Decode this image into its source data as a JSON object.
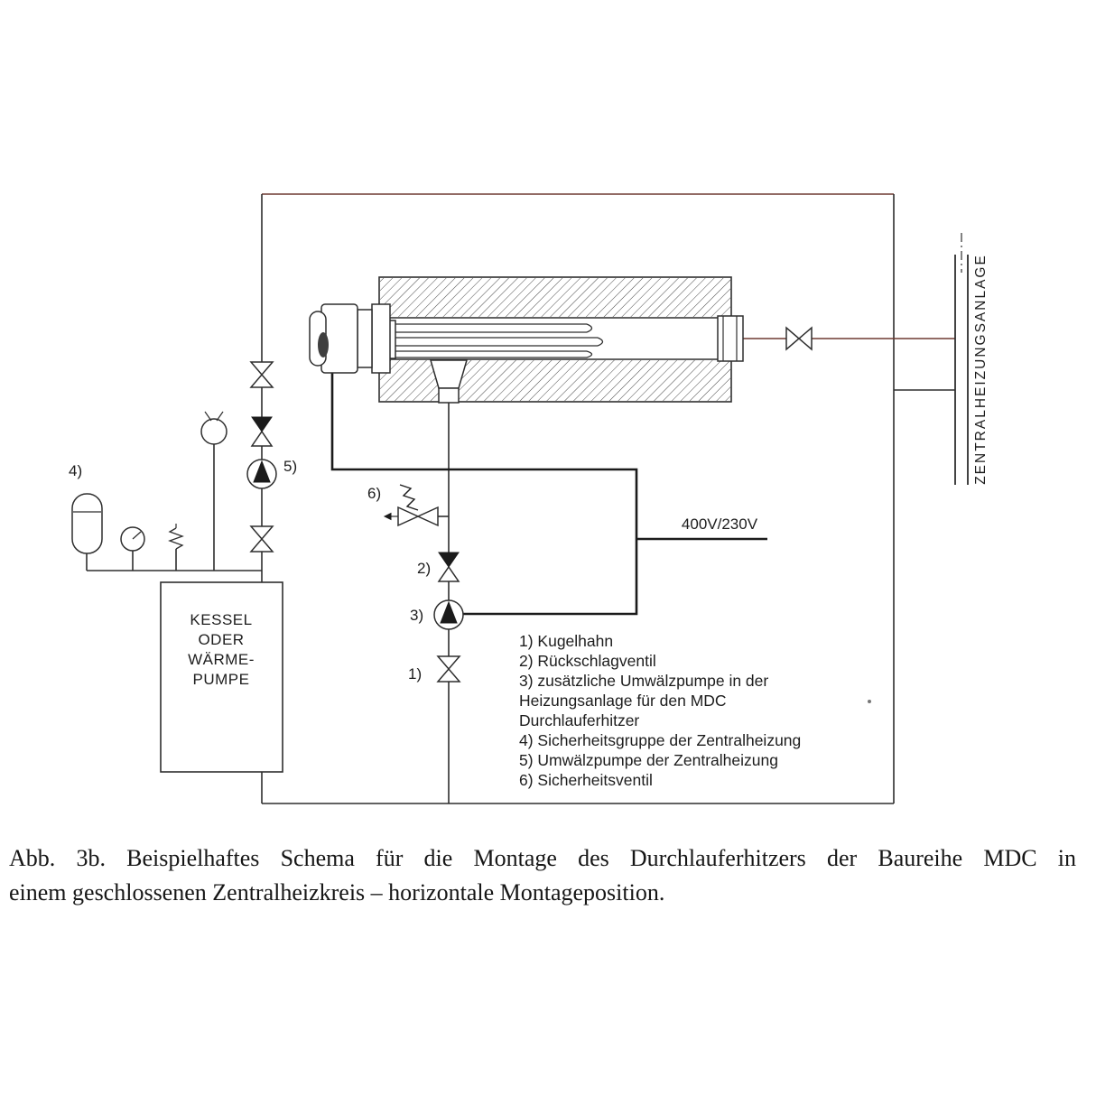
{
  "diagram": {
    "labels": {
      "n1": "1)",
      "n2": "2)",
      "n3": "3)",
      "n4": "4)",
      "n5": "5)",
      "n6": "6)",
      "voltage": "400V/230V",
      "wall": "ZENTRALHEIZUNGSANLAGE"
    },
    "kessel_lines": [
      "KESSEL",
      "ODER",
      "WÄRME-",
      "PUMPE"
    ],
    "legend_lines": [
      "1) Kugelhahn",
      "2) Rückschlagventil",
      "3) zusätzliche Umwälzpumpe in der",
      "Heizungsanlage für den MDC",
      "Durchlauferhitzer",
      "4) Sicherheitsgruppe der Zentralheizung",
      "5) Umwälzpumpe der Zentralheizung",
      "6) Sicherheitsventil"
    ],
    "colors": {
      "line": "#2e2e2e",
      "flow_line": "#6e3a32"
    }
  },
  "caption": {
    "line1": "Abb. 3b. Beispielhaftes Schema für die Montage des Durchlauferhitzers der Baureihe MDC in",
    "line2": "einem geschlossenen Zentralheizkreis – horizontale Montageposition."
  }
}
